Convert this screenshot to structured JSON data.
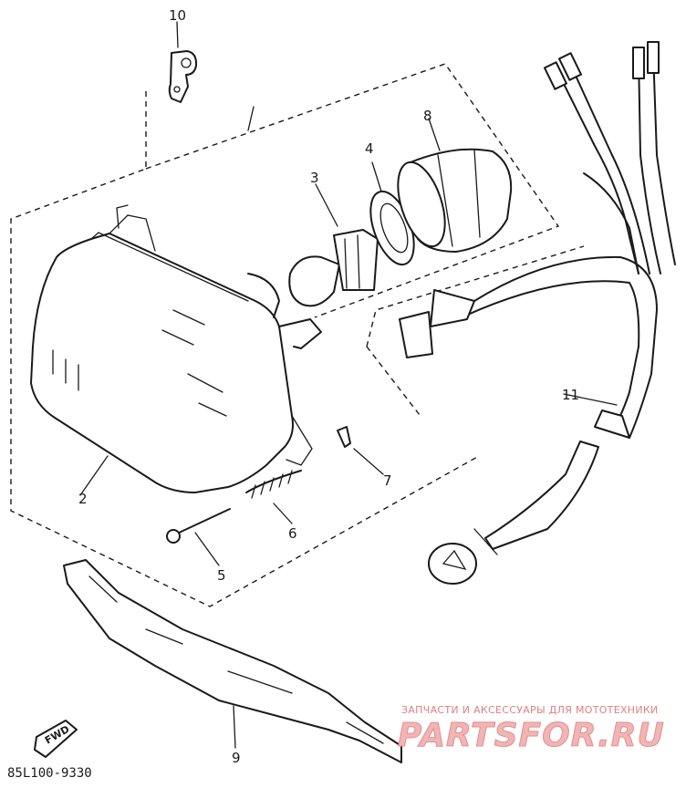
{
  "parts": [
    {
      "id": "10",
      "label": "10"
    },
    {
      "id": "8",
      "label": "8"
    },
    {
      "id": "4",
      "label": "4"
    },
    {
      "id": "3",
      "label": "3"
    },
    {
      "id": "11",
      "label": "11"
    },
    {
      "id": "2",
      "label": "2"
    },
    {
      "id": "7",
      "label": "7"
    },
    {
      "id": "6",
      "label": "6"
    },
    {
      "id": "5",
      "label": "5"
    },
    {
      "id": "9",
      "label": "9"
    }
  ],
  "drawing_code": "85L100-9330",
  "direction_badge": "FWD",
  "watermark": {
    "line1": "ЗАПЧАСТИ И АКСЕССУАРЫ ДЛЯ МОТОТЕХНИКИ",
    "logo": "PARTSFOR.RU"
  },
  "colors": {
    "ink": "#1a1a1a",
    "watermark": "#e58e8e"
  }
}
